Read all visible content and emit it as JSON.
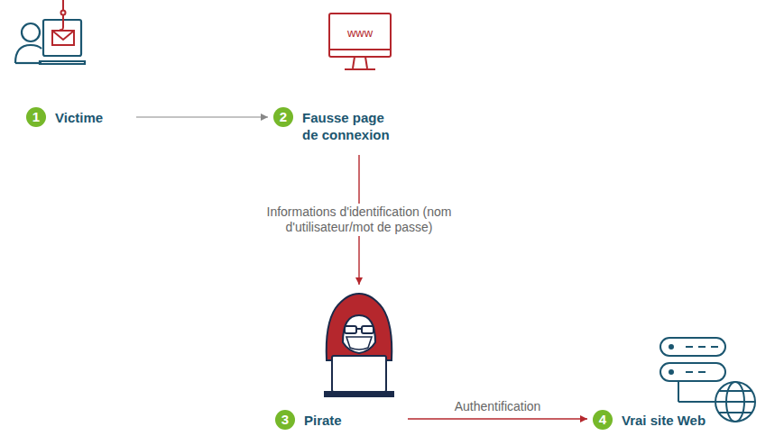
{
  "diagram": {
    "nodes": [
      {
        "text": [
          "1",
          "Victime"
        ]
      },
      {
        "text": [
          "2",
          "Fausse page de connexion"
        ]
      },
      {
        "text": [
          "3",
          "Pirate"
        ]
      },
      {
        "text": [
          "4",
          "Vrai site Web"
        ]
      }
    ],
    "edges": [
      {
        "from": 0,
        "to": 1,
        "arrow": "to"
      },
      {
        "from": 1,
        "to": 2,
        "label": "Informations d'identification (nom d'utilisateur/mot de passe)",
        "arrow": "to"
      },
      {
        "from": 2,
        "to": 3,
        "label": "Authentification",
        "arrow": "to"
      }
    ],
    "labels": [
      "www"
    ]
  }
}
